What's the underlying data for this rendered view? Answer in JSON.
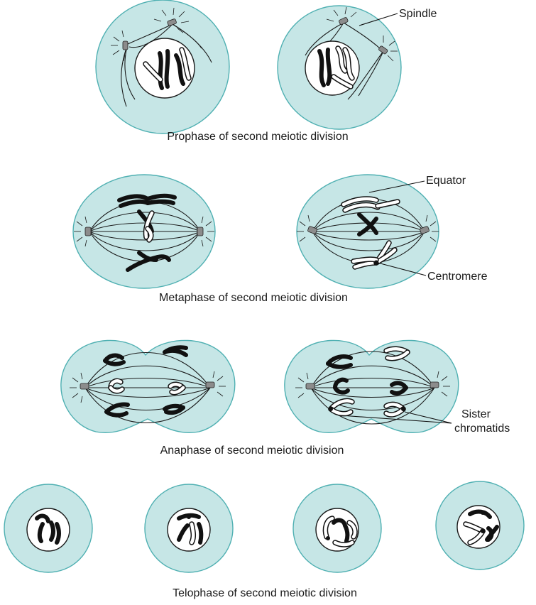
{
  "stages": {
    "prophase": "Prophase of second meiotic division",
    "metaphase": "Metaphase of second meiotic division",
    "anaphase": "Anaphase of second meiotic division",
    "telophase": "Telophase of second meiotic division"
  },
  "labels": {
    "spindle": "Spindle",
    "equator": "Equator",
    "centromere": "Centromere",
    "sister_line1": "Sister",
    "sister_line2": "chromatids"
  },
  "colors": {
    "cytoplasm": "#c6e6e6",
    "cell_outline": "#4fb0b2",
    "nucleus": "#ffffff",
    "chromosome_dark": "#111111",
    "centriole": "#8c8c8c"
  }
}
